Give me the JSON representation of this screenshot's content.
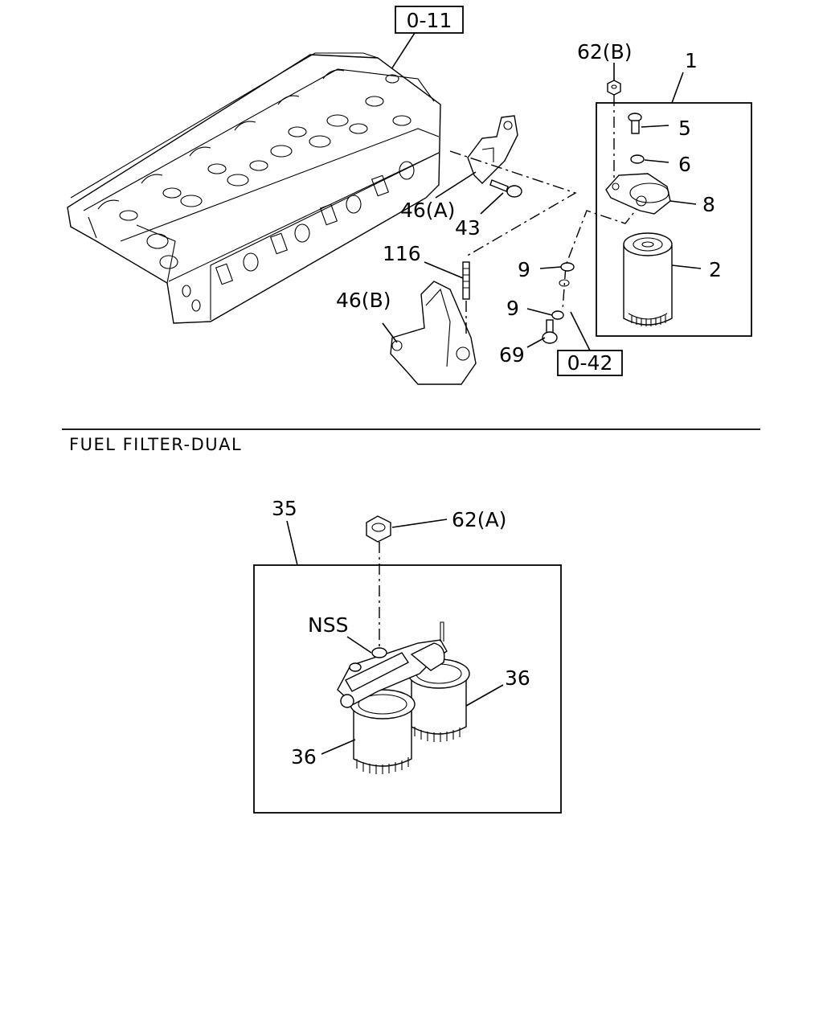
{
  "title": "FUEL FILTER-DUAL",
  "refs": {
    "r011": "0-11",
    "r042": "0-42"
  },
  "labels": {
    "p62b": "62(B)",
    "p1": "1",
    "p5": "5",
    "p6": "6",
    "p8": "8",
    "p2": "2",
    "p9a": "9",
    "p9b": "9",
    "p69": "69",
    "p46a": "46(A)",
    "p43": "43",
    "p116": "116",
    "p46b": "46(B)",
    "p35": "35",
    "p62a": "62(A)",
    "nss": "NSS",
    "p36a": "36",
    "p36b": "36"
  }
}
